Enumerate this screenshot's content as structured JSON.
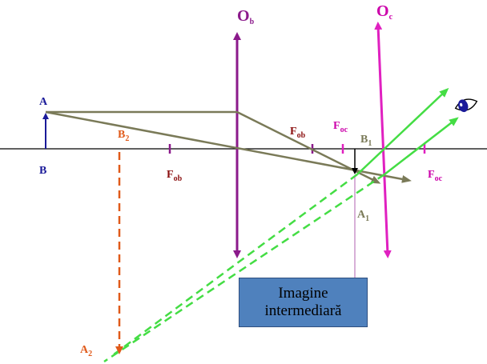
{
  "labels": {
    "ob": {
      "main": "O",
      "sub": "b"
    },
    "oc": {
      "main": "O",
      "sub": "c"
    },
    "a": "A",
    "b": "B",
    "a1": {
      "main": "A",
      "sub": "1"
    },
    "b1": {
      "main": "B",
      "sub": "1"
    },
    "a2": {
      "main": "A",
      "sub": "2"
    },
    "b2": {
      "main": "B",
      "sub": "2"
    },
    "fob_left": {
      "main": "F",
      "sub": "ob"
    },
    "fob_right": {
      "main": "F",
      "sub": "ob"
    },
    "foc_left": {
      "main": "F",
      "sub": "oc"
    },
    "foc_right": {
      "main": "F",
      "sub": "oc"
    }
  },
  "callout": {
    "line1": "Imagine",
    "line2": "intermediară"
  },
  "icons": {
    "eye": "eye-icon"
  },
  "colors": {
    "objective_lens": "#8b1a8b",
    "ocular_lens": "#e020c0",
    "ray_olive": "#7a7a58",
    "ray_green": "#44dd44",
    "virtual_image": "#e05a1a",
    "object": "#1a1a99",
    "focal_label": "#8b1010",
    "ocular_label": "#cc00aa",
    "callout_fill": "#4f81bd",
    "axis": "#000000"
  }
}
